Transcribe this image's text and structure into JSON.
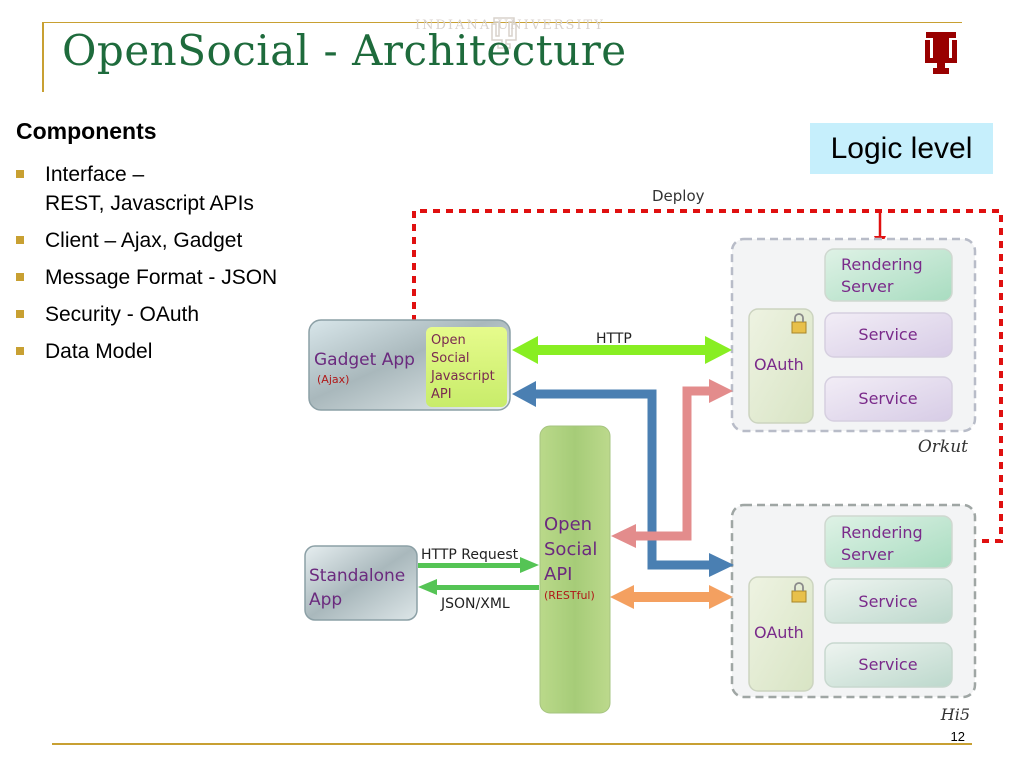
{
  "slide": {
    "title": "OpenSocial - Architecture",
    "watermark": "INDIANA UNIVERSITY",
    "page_number": "12",
    "colors": {
      "title": "#1e6b3c",
      "rule": "#c8a032",
      "logo": "#990000"
    }
  },
  "components": {
    "heading": "Components",
    "items": [
      {
        "line1": "Interface –",
        "line2": "REST, Javascript APIs"
      },
      {
        "line1": "Client – Ajax, Gadget",
        "line2": ""
      },
      {
        "line1": "Message Format - JSON",
        "line2": ""
      },
      {
        "line1": "Security - OAuth",
        "line2": ""
      },
      {
        "line1": "Data Model",
        "line2": ""
      }
    ]
  },
  "diagram": {
    "badge": "Logic level",
    "deploy_label": "Deploy",
    "gadget_app": {
      "title": "Gadget App",
      "sub": "(Ajax)"
    },
    "js_api": {
      "l1": "Open",
      "l2": "Social",
      "l3": "Javascript",
      "l4": "API"
    },
    "http_label": "HTTP",
    "opensocial_api": {
      "l1": "Open",
      "l2": "Social",
      "l3": "API",
      "sub": "(RESTful)"
    },
    "standalone": {
      "l1": "Standalone",
      "l2": "App"
    },
    "http_request_label": "HTTP Request",
    "json_xml_label": "JSON/XML",
    "orkut": {
      "name": "Orkut",
      "rendering_l1": "Rendering",
      "rendering_l2": "Server",
      "oauth": "OAuth",
      "service1": "Service",
      "service2": "Service"
    },
    "hi5": {
      "name": "Hi5",
      "rendering_l1": "Rendering",
      "rendering_l2": "Server",
      "oauth": "OAuth",
      "service1": "Service",
      "service2": "Service"
    }
  }
}
